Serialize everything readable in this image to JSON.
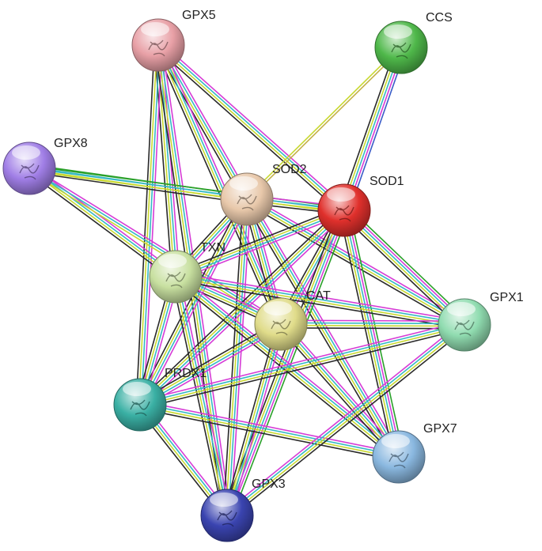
{
  "network": {
    "colors": {
      "experiments": "#d63cd6",
      "databases": "#36b9c4",
      "textmining": "#c8d830",
      "coexpression": "#2a2a2a",
      "cooccurrence": "#3a5cc8",
      "neighborhood": "#2aa02a",
      "homology": "#c4b04a"
    },
    "nodes": [
      {
        "id": "GPX5",
        "label": "GPX5",
        "color": "#e8a0a6"
      },
      {
        "id": "CCS",
        "label": "CCS",
        "color": "#4fb84a"
      },
      {
        "id": "GPX8",
        "label": "GPX8",
        "color": "#a07ee6"
      },
      {
        "id": "SOD2",
        "label": "SOD2",
        "color": "#e8c8aa"
      },
      {
        "id": "SOD1",
        "label": "SOD1",
        "color": "#e0302c"
      },
      {
        "id": "TXN",
        "label": "TXN",
        "color": "#c8e0a0"
      },
      {
        "id": "CAT",
        "label": "CAT",
        "color": "#e0dc8a"
      },
      {
        "id": "GPX1",
        "label": "GPX1",
        "color": "#90dcb0"
      },
      {
        "id": "PRDX1",
        "label": "PRDX1",
        "color": "#3ab0a4"
      },
      {
        "id": "GPX7",
        "label": "GPX7",
        "color": "#8ab8e0"
      },
      {
        "id": "GPX3",
        "label": "GPX3",
        "color": "#3a44b0"
      }
    ],
    "edges": [
      {
        "a": "GPX5",
        "b": "SOD2",
        "types": [
          "experiments",
          "databases",
          "textmining",
          "coexpression"
        ]
      },
      {
        "a": "GPX5",
        "b": "SOD1",
        "types": [
          "experiments",
          "databases",
          "textmining",
          "coexpression"
        ]
      },
      {
        "a": "GPX5",
        "b": "TXN",
        "types": [
          "experiments",
          "databases",
          "textmining",
          "coexpression"
        ]
      },
      {
        "a": "GPX5",
        "b": "CAT",
        "types": [
          "experiments",
          "databases",
          "textmining",
          "coexpression"
        ]
      },
      {
        "a": "GPX5",
        "b": "PRDX1",
        "types": [
          "experiments",
          "databases",
          "textmining",
          "coexpression"
        ]
      },
      {
        "a": "GPX5",
        "b": "GPX3",
        "types": [
          "experiments",
          "databases",
          "textmining",
          "coexpression"
        ]
      },
      {
        "a": "CCS",
        "b": "SOD1",
        "types": [
          "cooccurrence",
          "experiments",
          "databases",
          "textmining",
          "coexpression"
        ]
      },
      {
        "a": "CCS",
        "b": "SOD2",
        "types": [
          "homology",
          "textmining"
        ]
      },
      {
        "a": "GPX8",
        "b": "SOD2",
        "types": [
          "neighborhood",
          "databases",
          "textmining",
          "coexpression"
        ]
      },
      {
        "a": "GPX8",
        "b": "SOD1",
        "types": [
          "neighborhood",
          "databases",
          "textmining"
        ]
      },
      {
        "a": "GPX8",
        "b": "TXN",
        "types": [
          "experiments",
          "databases",
          "textmining",
          "coexpression"
        ]
      },
      {
        "a": "GPX8",
        "b": "CAT",
        "types": [
          "experiments",
          "databases",
          "textmining"
        ]
      },
      {
        "a": "SOD2",
        "b": "SOD1",
        "types": [
          "experiments",
          "databases",
          "textmining",
          "coexpression"
        ]
      },
      {
        "a": "SOD2",
        "b": "TXN",
        "types": [
          "experiments",
          "databases",
          "textmining",
          "coexpression"
        ]
      },
      {
        "a": "SOD2",
        "b": "CAT",
        "types": [
          "experiments",
          "databases",
          "textmining",
          "coexpression"
        ]
      },
      {
        "a": "SOD2",
        "b": "GPX1",
        "types": [
          "experiments",
          "databases",
          "textmining",
          "coexpression"
        ]
      },
      {
        "a": "SOD2",
        "b": "PRDX1",
        "types": [
          "experiments",
          "databases",
          "textmining",
          "coexpression"
        ]
      },
      {
        "a": "SOD2",
        "b": "GPX7",
        "types": [
          "experiments",
          "databases",
          "textmining",
          "coexpression"
        ]
      },
      {
        "a": "SOD2",
        "b": "GPX3",
        "types": [
          "experiments",
          "databases",
          "textmining",
          "coexpression"
        ]
      },
      {
        "a": "SOD1",
        "b": "TXN",
        "types": [
          "experiments",
          "databases",
          "textmining",
          "coexpression"
        ]
      },
      {
        "a": "SOD1",
        "b": "CAT",
        "types": [
          "experiments",
          "databases",
          "textmining",
          "coexpression"
        ]
      },
      {
        "a": "SOD1",
        "b": "GPX1",
        "types": [
          "neighborhood",
          "experiments",
          "databases",
          "textmining",
          "coexpression"
        ]
      },
      {
        "a": "SOD1",
        "b": "PRDX1",
        "types": [
          "experiments",
          "databases",
          "textmining",
          "coexpression"
        ]
      },
      {
        "a": "SOD1",
        "b": "GPX7",
        "types": [
          "neighborhood",
          "experiments",
          "databases",
          "textmining",
          "coexpression"
        ]
      },
      {
        "a": "SOD1",
        "b": "GPX3",
        "types": [
          "neighborhood",
          "experiments",
          "databases",
          "textmining",
          "coexpression"
        ]
      },
      {
        "a": "TXN",
        "b": "CAT",
        "types": [
          "experiments",
          "databases",
          "textmining",
          "coexpression"
        ]
      },
      {
        "a": "TXN",
        "b": "GPX1",
        "types": [
          "experiments",
          "databases",
          "textmining",
          "coexpression"
        ]
      },
      {
        "a": "TXN",
        "b": "PRDX1",
        "types": [
          "experiments",
          "databases",
          "textmining",
          "coexpression"
        ]
      },
      {
        "a": "TXN",
        "b": "GPX7",
        "types": [
          "experiments",
          "databases",
          "textmining",
          "coexpression"
        ]
      },
      {
        "a": "TXN",
        "b": "GPX3",
        "types": [
          "experiments",
          "databases",
          "textmining",
          "coexpression"
        ]
      },
      {
        "a": "CAT",
        "b": "GPX1",
        "types": [
          "experiments",
          "databases",
          "textmining",
          "coexpression"
        ]
      },
      {
        "a": "CAT",
        "b": "PRDX1",
        "types": [
          "experiments",
          "databases",
          "textmining",
          "coexpression"
        ]
      },
      {
        "a": "CAT",
        "b": "GPX7",
        "types": [
          "experiments",
          "databases",
          "textmining",
          "coexpression"
        ]
      },
      {
        "a": "CAT",
        "b": "GPX3",
        "types": [
          "experiments",
          "databases",
          "textmining",
          "coexpression"
        ]
      },
      {
        "a": "PRDX1",
        "b": "GPX1",
        "types": [
          "experiments",
          "databases",
          "textmining",
          "coexpression"
        ]
      },
      {
        "a": "PRDX1",
        "b": "GPX7",
        "types": [
          "experiments",
          "databases",
          "textmining",
          "coexpression"
        ]
      },
      {
        "a": "PRDX1",
        "b": "GPX3",
        "types": [
          "experiments",
          "databases",
          "textmining",
          "coexpression"
        ]
      },
      {
        "a": "GPX3",
        "b": "GPX1",
        "types": [
          "experiments",
          "databases",
          "textmining",
          "coexpression"
        ]
      }
    ]
  }
}
